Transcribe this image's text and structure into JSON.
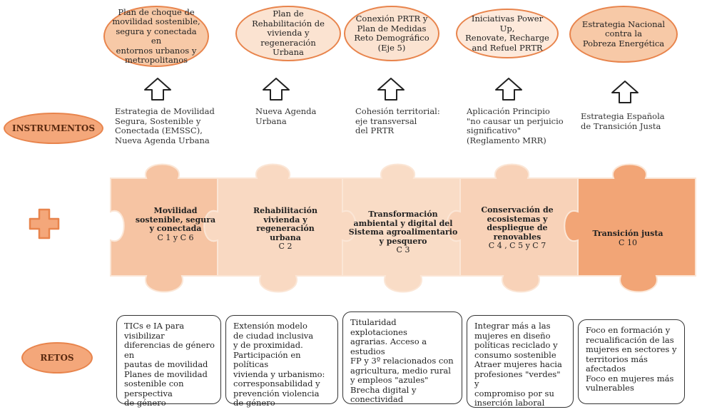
{
  "planes": [
    "Plan de choque de\nmovilidad sostenible,\nsegura y conectada en\nentornos urbanos y\nmetropolitanos",
    "Plan de\nRehabilitación de\nvivienda y regeneración\nUrbana",
    "Conexión PRTR y\nPlan de Medidas\nReto Demográfico\n(Eje 5)",
    "Iniciativas Power Up,\nRenovate, Recharge\nand Refuel PRTR",
    "Estrategia Nacional\ncontra la\nPobreza Energética"
  ],
  "instrumentos_label": "INSTRUMENTOS",
  "instrumentos": [
    "Estrategia de Movilidad\nSegura, Sostenible y\nConectada (EMSSC),\nNueva Agenda Urbana",
    "Nueva Agenda\nUrbana",
    "Cohesión territorial:\neje transversal\ndel PRTR",
    "Aplicación Principio\n\"no causar un perjuicio\nsignificativo\"\n(Reglamento MRR)",
    "Estrategia Española\nde Transición Justa"
  ],
  "piezas": [
    {
      "title": "Movilidad\nsostenible, segura\ny conectada",
      "code": "C 1 y C 6"
    },
    {
      "title": "Rehabilitación\nvivienda y\nregeneración\nurbana",
      "code": "C 2"
    },
    {
      "title": "Transformación\nambiental y digital del\nSistema agroalimentario\ny pesquero",
      "code": "C 3"
    },
    {
      "title": "Conservación de\necosistemas y\ndespliegue de\nrenovables",
      "code": "C 4 , C 5 y C 7"
    },
    {
      "title": "Transición justa",
      "code": "C 10"
    }
  ],
  "retos_label": "RETOS",
  "retos": [
    "TICs e IA para visibilizar\ndiferencias de género en\npautas de movilidad\nPlanes de movilidad\nsostenible con perspectiva\nde género",
    "Extensión modelo\nde ciudad inclusiva\ny de proximidad.\nParticipación en políticas\nvivienda y urbanismo:\ncorresponsabilidad y\nprevención violencia\nde género",
    "Titularidad explotaciones\nagrarias. Acceso a estudios\nFP y 3º relacionados con\nagricultura, medio rural\ny empleos \"azules\"\nBrecha digital y\nconectividad",
    "Integrar más a las\nmujeres en diseño\npolíticas reciclado y\nconsumo sostenible\nAtraer mujeres hacia\nprofesiones \"verdes\" y\ncompromiso por su\ninserción laboral",
    "Foco en formación y\nrecualificación de las\nmujeres en sectores y\nterritorios más afectados\nFoco en mujeres más\nvulnerables"
  ],
  "colors": {
    "accent": "#e8844c",
    "ellipse_fill": "#f7c9a7",
    "label_fill": "#f4a77a",
    "piece_colors": [
      "#f6c4a3",
      "#f9d9c2",
      "#f9dcc6",
      "#f8d2b8",
      "#f2a576"
    ]
  }
}
